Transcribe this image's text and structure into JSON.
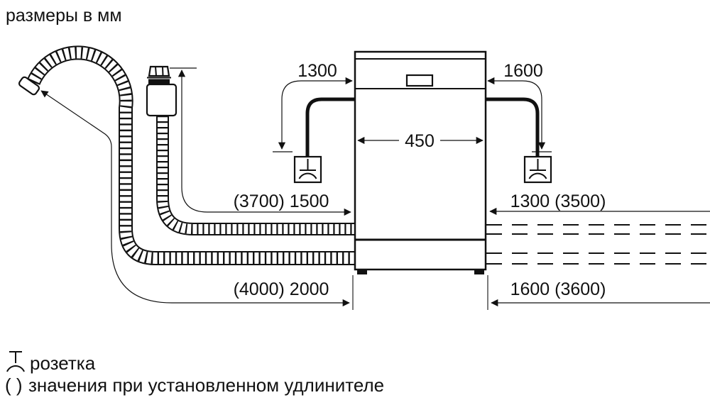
{
  "title": "размеры в мм",
  "dimensions": {
    "cable_left": "1300",
    "cable_right": "1600",
    "appliance_width": "450",
    "supply_hose_left": "(3700) 1500",
    "hose_right_upper": "1300 (3500)",
    "drain_hose_left": "(4000) 2000",
    "hose_right_lower": "1600 (3600)"
  },
  "legend": {
    "socket_symbol_label": "розетка",
    "brackets_symbol": "( )",
    "brackets_label": "значения при установленном удлинителе"
  },
  "icons": {
    "socket": "power-socket-icon",
    "aquastop": "aquastop-valve-icon",
    "drain_hose": "corrugated-drain-hose",
    "supply_hose": "corrugated-supply-hose"
  },
  "colors": {
    "line": "#111111",
    "background": "#ffffff"
  }
}
